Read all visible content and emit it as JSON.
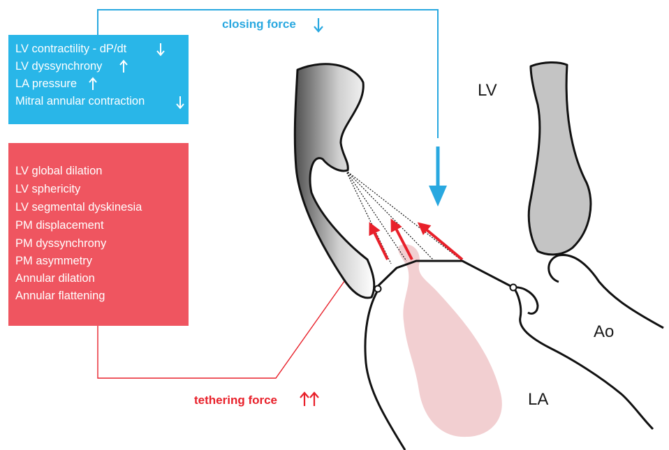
{
  "closing_box": {
    "color": "#29b6e8",
    "lines": [
      {
        "text": "LV contractility - dP/dt",
        "arrow": "down"
      },
      {
        "text": "LV dyssynchrony",
        "arrow": "up"
      },
      {
        "text": "LA pressure",
        "arrow": "up"
      },
      {
        "text": "Mitral annular contraction",
        "arrow": "down"
      }
    ]
  },
  "tethering_box": {
    "color": "#ef5560",
    "lines": [
      "LV global dilation",
      "LV sphericity",
      "LV segmental dyskinesia",
      "PM displacement",
      "PM dyssynchrony",
      "PM asymmetry",
      "Annular dilation",
      "Annular flattening"
    ]
  },
  "closing_force": {
    "label": "closing force",
    "color": "#29a8e0",
    "arrows": "down"
  },
  "tethering_force": {
    "label": "tethering force",
    "color": "#e8202a",
    "arrows": "up-up"
  },
  "chamber_labels": {
    "lv": "LV",
    "la": "LA",
    "ao": "Ao"
  },
  "colors": {
    "outline": "#111111",
    "jet": "#f2cfd1",
    "muscle_dark": "#555555",
    "muscle_light": "#ffffff",
    "septum": "#c4c4c4"
  }
}
